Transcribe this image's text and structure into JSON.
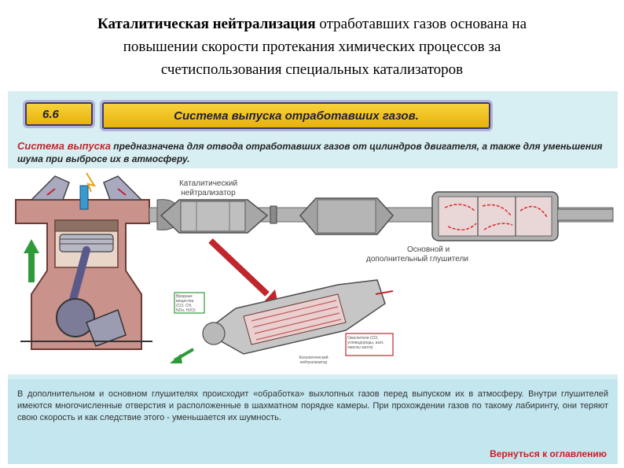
{
  "slide": {
    "title_bold": "Каталитическая нейтрализация",
    "title_rest_line1": " отработавших газов основана на",
    "title_line2": "повышении скорости протекания химических процессов за",
    "title_line3": "счетиспользования специальных катализаторов"
  },
  "header": {
    "number": "6.6",
    "title": "Система выпуска отработавших газов."
  },
  "intro": {
    "lead": "Система выпуска",
    "text": " предназначена для отвода отработавших газов от цилиндров двигателя, а также для уменьшения шума при выбросе их в атмосферу."
  },
  "diagram": {
    "converter_label_l1": "Каталитический",
    "converter_label_l2": "нейтрализатор",
    "muffler_label_l1": "Основной и",
    "muffler_label_l2": "дополнительный глушители",
    "cutaway_label_l1": "Каталитический",
    "cutaway_label_l2": "нейтрализатор",
    "callout_left_l1": "Вредные вещества",
    "callout_left_l2": "(CO, CH,",
    "callout_left_l3": "NOx, H2O)",
    "callout_right_l1": "Окислители (CO,",
    "callout_right_l2": "углеводороды, азот,",
    "callout_right_l3": "окислы азота)"
  },
  "bottom": {
    "text": "В дополнительном и основном глушителях происходит «обработка» выхлопных газов перед выпуском их в атмосферу. Внутри глушителей имеются многочисленные отверстия и расположенные в шахматном порядке камеры. При прохождении газов по такому лабиринту, они теряют свою скорость и как следствие этого - уменьшается их шумность.",
    "back_link": "Вернуться к оглавлению"
  },
  "colors": {
    "panel_bg": "#d7eef2",
    "header_yellow": "#f0c020",
    "accent_red": "#c0272d",
    "arrow_green": "#2e9a3a"
  }
}
